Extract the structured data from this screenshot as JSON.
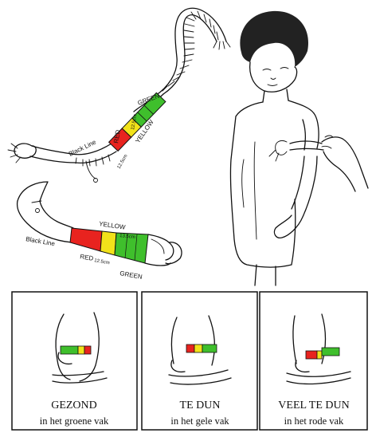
{
  "colors": {
    "red": "#e8231f",
    "yellow": "#f2e21a",
    "green": "#3fbf2c"
  },
  "rope_labels": {
    "black_line": "Black Line",
    "red": "RED",
    "red_measure_top": "12.5cm",
    "red_measure_bottom": "12.5cm",
    "yellow": "YELLOW",
    "green": "GREEN"
  },
  "strip_labels": {
    "black_line": "Black Line",
    "yellow": "YELLOW",
    "yellow_measure": "13.5cm",
    "red": "RED",
    "red_measure": "12.5cm",
    "green": "GREEN"
  },
  "panels": [
    {
      "title": "GEZOND",
      "subtitle": "in het groene vak"
    },
    {
      "title": "TE DUN",
      "subtitle": "in het gele vak"
    },
    {
      "title": "VEEL TE DUN",
      "subtitle": "in het rode vak"
    }
  ]
}
